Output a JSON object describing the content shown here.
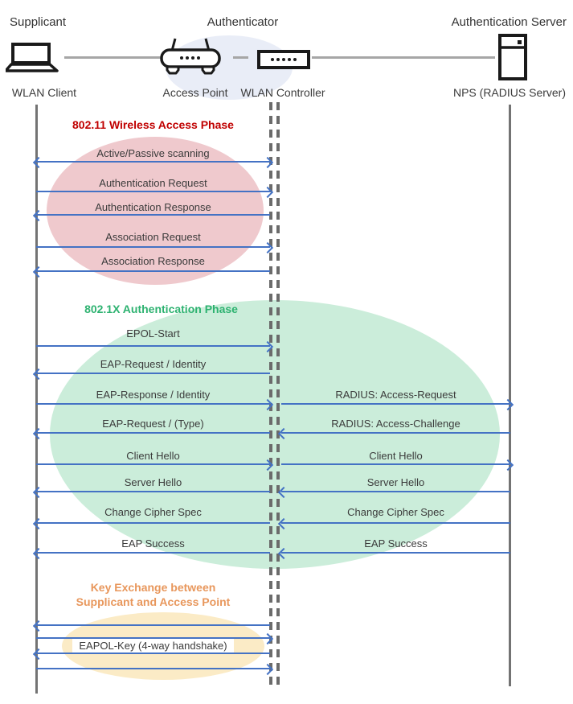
{
  "header": {
    "roles": {
      "supplicant": "Supplicant",
      "authenticator": "Authenticator",
      "auth_server": "Authentication Server"
    },
    "devices": {
      "wlan_client": "WLAN Client",
      "access_point": "Access Point",
      "wlan_controller": "WLAN Controller",
      "nps": "NPS (RADIUS Server)"
    },
    "icons": [
      "laptop-icon",
      "access-point-icon",
      "wlan-controller-icon",
      "server-icon"
    ]
  },
  "phases": {
    "phase1": {
      "title": "802.11 Wireless Access Phase",
      "title_color": "#C00000",
      "ellipse_color": "#EFC9CD"
    },
    "phase2": {
      "title": "802.1X Authentication Phase",
      "title_color": "#2DB270",
      "ellipse_color": "#CBEDDA"
    },
    "phase3": {
      "title_line1": "Key Exchange between",
      "title_line2": "Supplicant and Access Point",
      "title_color": "#E8975C",
      "ellipse_color": "#FBEBC6"
    }
  },
  "messages": {
    "scanning": "Active/Passive scanning",
    "auth_request": "Authentication Request",
    "auth_response": "Authentication Response",
    "assoc_request": "Association Request",
    "assoc_response": "Association Response",
    "epol_start": "EPOL-Start",
    "eap_request_identity": "EAP-Request / Identity",
    "eap_response_identity": "EAP-Response / Identity",
    "radius_access_request": "RADIUS: Access-Request",
    "eap_request_type": "EAP-Request / (Type)",
    "radius_access_challenge": "RADIUS: Access-Challenge",
    "client_hello_left": "Client Hello",
    "client_hello_right": "Client Hello",
    "server_hello_left": "Server Hello",
    "server_hello_right": "Server Hello",
    "change_cipher_left": "Change Cipher Spec",
    "change_cipher_right": "Change Cipher Spec",
    "eap_success_left": "EAP Success",
    "eap_success_right": "EAP Success",
    "eapol_key": "EAPOL-Key (4-way handshake)"
  },
  "colors": {
    "arrow": "#4472C4",
    "lifeline_solid": "#737373",
    "lifeline_dashed": "#6B6B6B",
    "connector": "#A6A6A6",
    "authenticator_ellipse": "#E9EDF7",
    "message_text": "#3B3B3B"
  }
}
